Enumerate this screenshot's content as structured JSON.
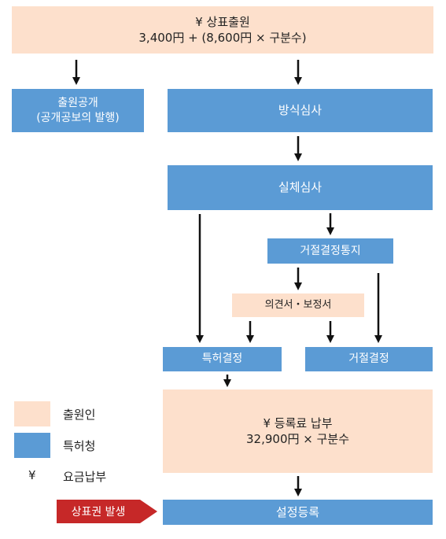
{
  "nodes": {
    "trademark_application": {
      "line1": "¥ 상표출원",
      "line2": "3,400円 + (8,600円 × 구분수)"
    },
    "publication": {
      "line1": "출원공개",
      "line2": "(공개공보의 발행)"
    },
    "formal_examination": {
      "label": "방식심사"
    },
    "substantive_examination": {
      "label": "실체심사"
    },
    "rejection_notice": {
      "label": "거절결정통지"
    },
    "opinion_amendment": {
      "label": "의견서・보정서"
    },
    "patent_decision": {
      "label": "특허결정"
    },
    "rejection_decision": {
      "label": "거절결정"
    },
    "registration_fee": {
      "line1": "¥ 등록료 납부",
      "line2": "32,900円 × 구분수"
    },
    "registration": {
      "label": "설정등록"
    }
  },
  "legend": {
    "applicant": "출원인",
    "patent_office": "특허청",
    "fee_symbol": "¥",
    "fee_payment": "요금납부"
  },
  "right_occurs": "상표권 발생",
  "colors": {
    "applicant": "#fde0cc",
    "patent_office": "#5b9bd5",
    "badge": "#c62828"
  }
}
